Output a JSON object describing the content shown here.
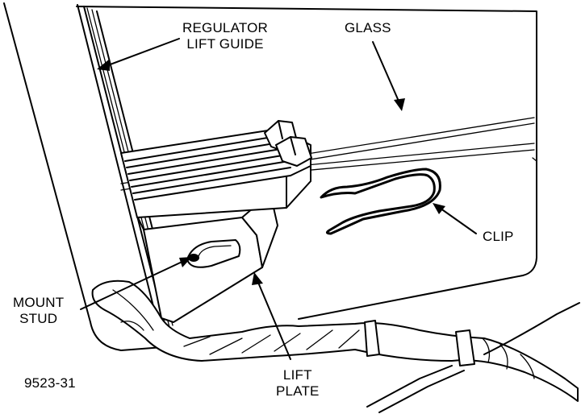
{
  "labels": {
    "regulator_lift_guide": {
      "line1": "REGULATOR",
      "line2": "LIFT GUIDE"
    },
    "glass": "GLASS",
    "clip": "CLIP",
    "mount_stud": {
      "line1": "MOUNT",
      "line2": "STUD"
    },
    "lift_plate": {
      "line1": "LIFT",
      "line2": "PLATE"
    }
  },
  "figure_id": "9523-31"
}
